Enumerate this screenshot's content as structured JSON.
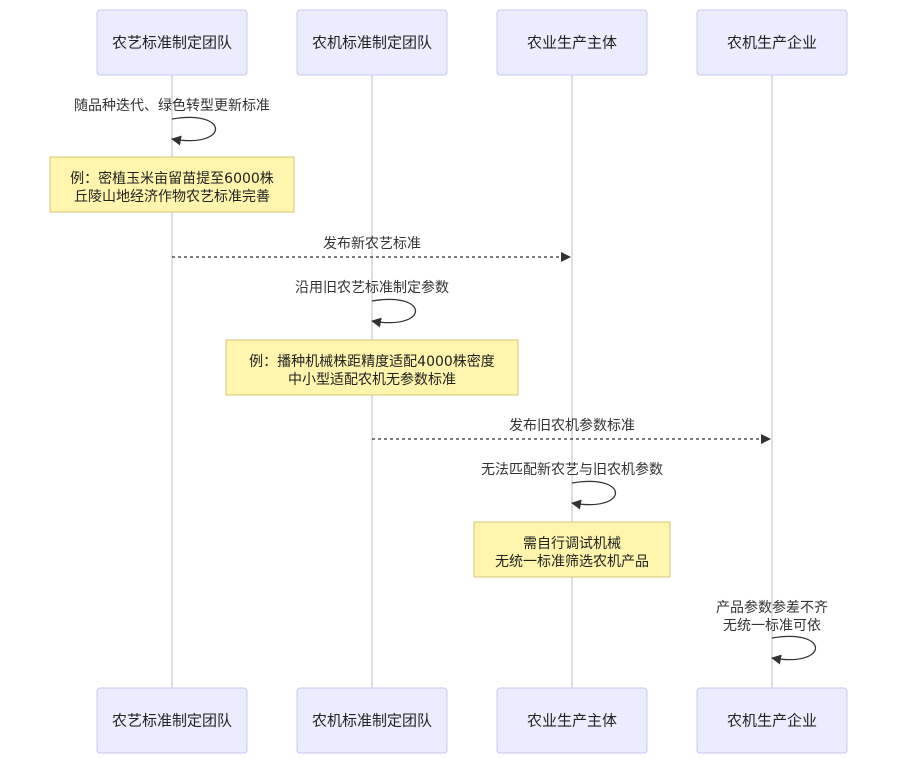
{
  "participants": [
    {
      "label": "农艺标准制定团队"
    },
    {
      "label": "农机标准制定团队"
    },
    {
      "label": "农业生产主体"
    },
    {
      "label": "农机生产企业"
    }
  ],
  "self_messages": [
    {
      "lines": [
        "随品种迭代、绿色转型更新标准"
      ]
    },
    {
      "lines": [
        "沿用旧农艺标准制定参数"
      ]
    },
    {
      "lines": [
        "无法匹配新农艺与旧农机参数"
      ]
    },
    {
      "lines": [
        "产品参数参差不齐",
        "无统一标准可依"
      ]
    }
  ],
  "notes": [
    {
      "lines": [
        "例：密植玉米亩留苗提至6000株",
        "丘陵山地经济作物农艺标准完善"
      ]
    },
    {
      "lines": [
        "例：播种机械株距精度适配4000株密度",
        "中小型适配农机无参数标准"
      ]
    },
    {
      "lines": [
        "需自行调试机械",
        "无统一标准筛选农机产品"
      ]
    }
  ],
  "messages": [
    {
      "label": "发布新农艺标准",
      "style": "dotted"
    },
    {
      "label": "发布旧农机参数标准",
      "style": "dotted"
    }
  ],
  "colors": {
    "actor_fill": "#ececff",
    "actor_border": "#c8c8f0",
    "note_fill": "#fff5ad",
    "note_border": "#d6c779",
    "line": "#333333"
  }
}
